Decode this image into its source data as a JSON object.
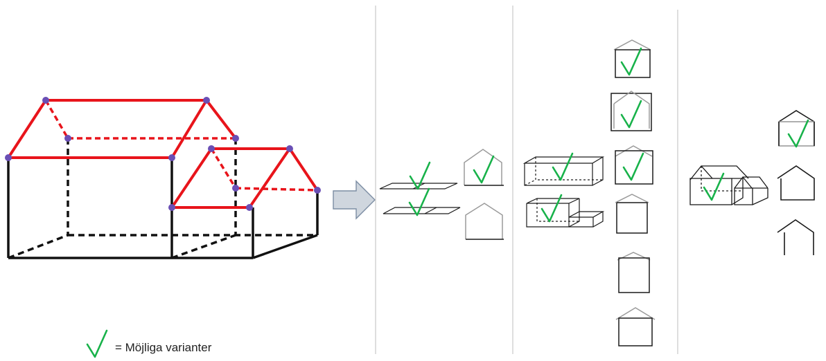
{
  "legend": {
    "label": "= Möjliga varianter",
    "icon": "checkmark-icon"
  },
  "colors": {
    "roof": "#e8141b",
    "check": "#18b24a",
    "vertex": "#6a4fb5",
    "divider": "#c8c8c8",
    "arrow_fill": "#cfd6de",
    "arrow_stroke": "#7c8da3",
    "sketch": "#1a1a1a",
    "faded": "#9a9a9a"
  },
  "panels": [
    {
      "id": "source-house",
      "variants": 1
    },
    {
      "id": "floor-planes",
      "variants": 4,
      "checked": 3
    },
    {
      "id": "box-and-gable-variants",
      "variants": 8,
      "checked": 5
    },
    {
      "id": "composite-house",
      "variants": 4,
      "checked": 2
    }
  ]
}
